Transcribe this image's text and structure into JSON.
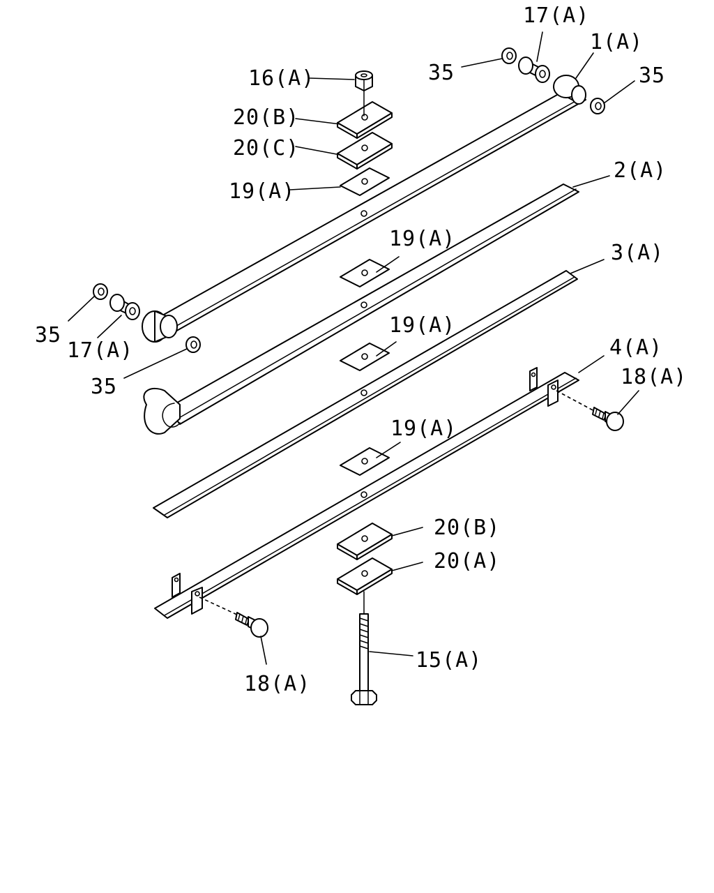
{
  "diagram": {
    "callouts": [
      {
        "id": "c-17a-top",
        "text": "17(A)"
      },
      {
        "id": "c-1a",
        "text": "1(A)"
      },
      {
        "id": "c-35-top-left",
        "text": "35"
      },
      {
        "id": "c-35-top-right",
        "text": "35"
      },
      {
        "id": "c-16a",
        "text": "16(A)"
      },
      {
        "id": "c-20b-top",
        "text": "20(B)"
      },
      {
        "id": "c-20c",
        "text": "20(C)"
      },
      {
        "id": "c-19a-1",
        "text": "19(A)"
      },
      {
        "id": "c-2a",
        "text": "2(A)"
      },
      {
        "id": "c-19a-2",
        "text": "19(A)"
      },
      {
        "id": "c-3a",
        "text": "3(A)"
      },
      {
        "id": "c-35-left",
        "text": "35"
      },
      {
        "id": "c-17a-left",
        "text": "17(A)"
      },
      {
        "id": "c-19a-3",
        "text": "19(A)"
      },
      {
        "id": "c-35-mid",
        "text": "35"
      },
      {
        "id": "c-4a",
        "text": "4(A)"
      },
      {
        "id": "c-18a-right",
        "text": "18(A)"
      },
      {
        "id": "c-19a-4",
        "text": "19(A)"
      },
      {
        "id": "c-20b-bottom",
        "text": "20(B)"
      },
      {
        "id": "c-20a",
        "text": "20(A)"
      },
      {
        "id": "c-15a",
        "text": "15(A)"
      },
      {
        "id": "c-18a-bottom",
        "text": "18(A)"
      }
    ]
  }
}
